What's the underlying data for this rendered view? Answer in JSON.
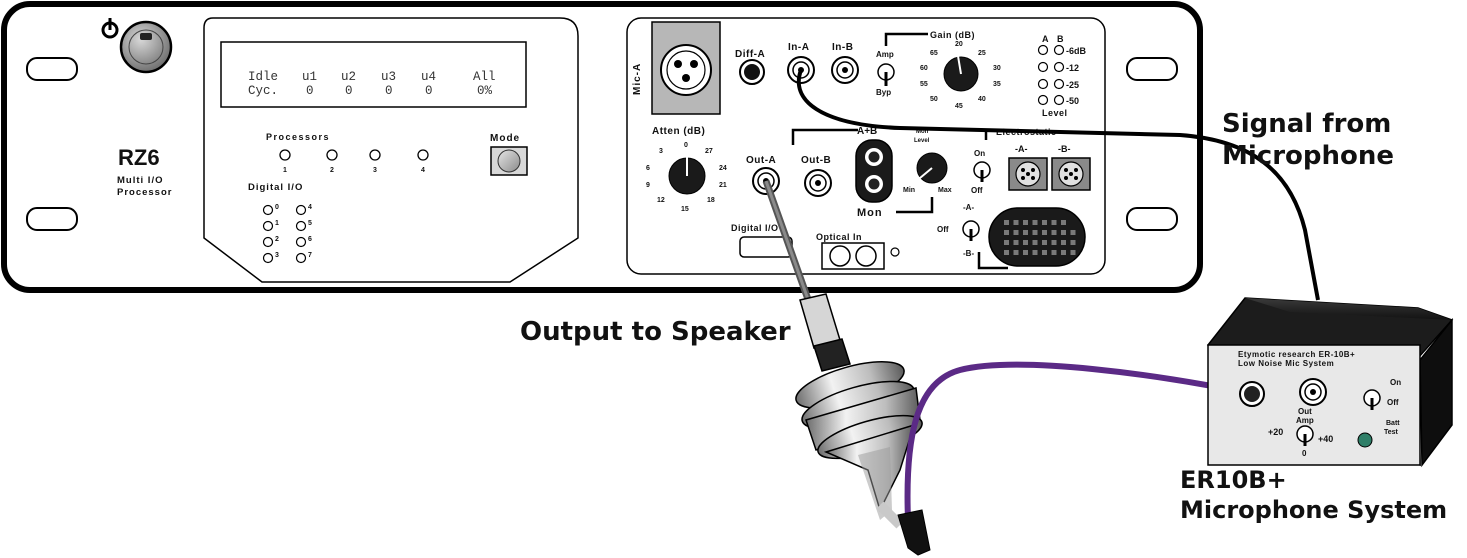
{
  "device": {
    "model": "RZ6",
    "subtitle1": "Multi I/O",
    "subtitle2": "Processor",
    "lcd": {
      "row1": [
        "Idle",
        "u1",
        "u2",
        "u3",
        "u4",
        "All"
      ],
      "row2": [
        "Cyc.",
        "0",
        "0",
        "0",
        "0",
        "0%"
      ]
    },
    "processors_label": "Processors",
    "processor_numbers": [
      "1",
      "2",
      "3",
      "4"
    ],
    "digital_io_label": "Digital I/O",
    "digital_left": [
      "0",
      "1",
      "2",
      "3"
    ],
    "digital_right": [
      "4",
      "5",
      "6",
      "7"
    ],
    "mode_label": "Mode",
    "mic_a_label": "Mic-A",
    "diff_a_label": "Diff-A",
    "in_a_label": "In-A",
    "in_b_label": "In-B",
    "amp_label": "Amp",
    "byp_label": "Byp",
    "gain_label": "Gain (dB)",
    "gain_ticks": [
      "20",
      "65",
      "25",
      "60",
      "30",
      "55",
      "35",
      "50",
      "40",
      "45"
    ],
    "level_cols": [
      "A",
      "B"
    ],
    "level_values": [
      "-6dB",
      "-12",
      "-25",
      "-50"
    ],
    "level_label": "Level",
    "atten_label": "Atten (dB)",
    "atten_ticks": [
      "0",
      "3",
      "27",
      "6",
      "24",
      "9",
      "21",
      "12",
      "18",
      "15"
    ],
    "out_a_label": "Out-A",
    "out_b_label": "Out-B",
    "ab_label": "A+B",
    "mon_level_label1": "Mon",
    "mon_level_label2": "Level",
    "min_label": "Min",
    "max_label": "Max",
    "mon_label": "Mon",
    "electrostatic_label": "Electrostatic",
    "on_label": "On",
    "off_label": "Off",
    "es_a_label": "-A-",
    "es_b_label": "-B-",
    "sel_a_label": "-A-",
    "sel_off_label": "Off",
    "sel_b_label": "-B-",
    "digital_io_port_label": "Digital I/O",
    "optical_in_label": "Optical In"
  },
  "mic_box": {
    "line1": "Etymotic research ER-10B+",
    "line2": "Low Noise Mic System",
    "on_label": "On",
    "off_label": "Off",
    "out_amp1": "Out",
    "out_amp2": "Amp",
    "plus20": "+20",
    "plus40": "+40",
    "zero": "0",
    "batt1": "Batt",
    "batt2": "Test"
  },
  "callouts": {
    "signal_line1": "Signal from",
    "signal_line2": "Microphone",
    "output": "Output to Speaker",
    "er10_line1": "ER10B+",
    "er10_line2": "Microphone System"
  },
  "colors": {
    "purple_cable": "#5b2a86",
    "gray_cable": "#6f6f6f",
    "batt_led": "#2f7f68"
  }
}
